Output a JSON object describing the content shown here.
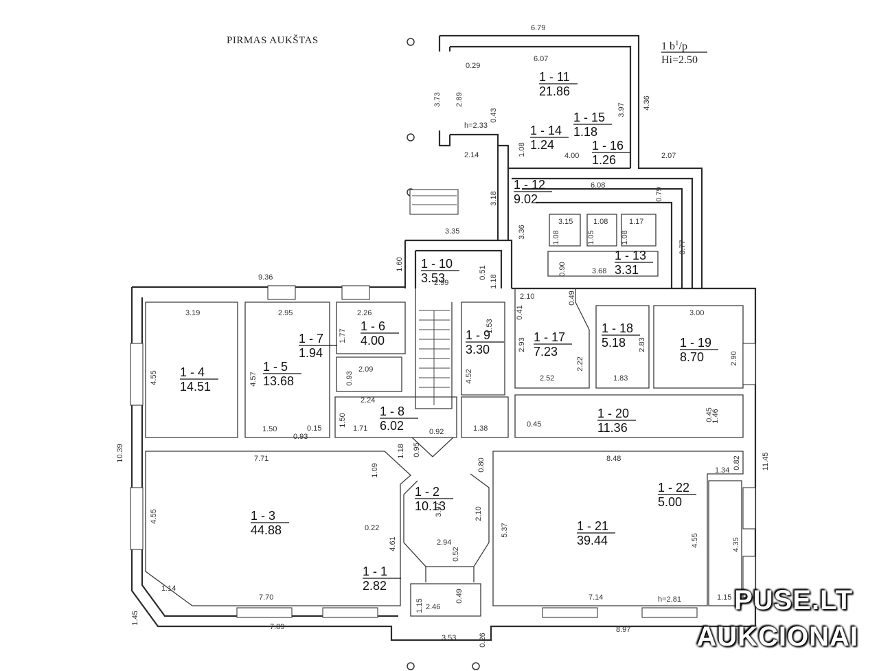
{
  "title": "PIRMAS AUKŠTAS",
  "corner_note": {
    "line1": "1 b",
    "line1_sup": "1",
    "line1_suffix": "/p",
    "line2": "Hi=2.50"
  },
  "rooms": [
    {
      "id": "1 - 1",
      "area": "2.82"
    },
    {
      "id": "1 - 2",
      "area": "10.13"
    },
    {
      "id": "1 - 3",
      "area": "44.88"
    },
    {
      "id": "1 - 4",
      "area": "14.51"
    },
    {
      "id": "1 - 5",
      "area": "13.68"
    },
    {
      "id": "1 - 6",
      "area": "4.00"
    },
    {
      "id": "1 - 7",
      "area": "1.94"
    },
    {
      "id": "1 - 8",
      "area": "6.02"
    },
    {
      "id": "1 - 9",
      "area": "3.30"
    },
    {
      "id": "1 - 10",
      "area": "3.53"
    },
    {
      "id": "1 - 11",
      "area": "21.86"
    },
    {
      "id": "1 - 12",
      "area": "9.02"
    },
    {
      "id": "1 - 13",
      "area": "3.31"
    },
    {
      "id": "1 - 14",
      "area": "1.24"
    },
    {
      "id": "1 - 15",
      "area": "1.18"
    },
    {
      "id": "1 - 16",
      "area": "1.26"
    },
    {
      "id": "1 - 17",
      "area": "7.23"
    },
    {
      "id": "1 - 18",
      "area": "5.18"
    },
    {
      "id": "1 - 19",
      "area": "8.70"
    },
    {
      "id": "1 - 20",
      "area": "11.36"
    },
    {
      "id": "1 - 21",
      "area": "39.44"
    },
    {
      "id": "1 - 22",
      "area": "5.00"
    }
  ],
  "dimensions": [
    "6.79",
    "6.07",
    "0.29",
    "3.73",
    "2.89",
    "0.43",
    "h=2.33",
    "2.14",
    "1.08",
    "4.00",
    "3.97",
    "4.36",
    "2.07",
    "6.08",
    "0.79",
    "3.18",
    "3.36",
    "3.15",
    "1.08",
    "1.05",
    "1.08",
    "1.08",
    "1.17",
    "3.77",
    "0.90",
    "3.68",
    "3.35",
    "1.60",
    "0.51",
    "1.18",
    "2.99",
    "9.36",
    "3.19",
    "2.95",
    "2.26",
    "1.77",
    "2.09",
    "0.93",
    "4.55",
    "4.57",
    "2.24",
    "1.50",
    "0.15",
    "0.93",
    "1.50",
    "1.71",
    "1.18",
    "0.95",
    "0.92",
    "1.53",
    "4.52",
    "1.38",
    "0.45",
    "2.10",
    "0.41",
    "0.49",
    "2.93",
    "2.22",
    "2.52",
    "2.83",
    "1.83",
    "3.00",
    "2.90",
    "0.45",
    "1.46",
    "10.39",
    "11.45",
    "7.71",
    "1.09",
    "0.80",
    "8.48",
    "1.34",
    "0.82",
    "3.97",
    "2.10",
    "5.37",
    "0.22",
    "4.61",
    "2.94",
    "0.52",
    "4.55",
    "4.55",
    "4.35",
    "0.49",
    "1.15",
    "2.46",
    "1.14",
    "7.70",
    "7.14",
    "h=2.81",
    "1.15",
    "1.45",
    "7.89",
    "3.53",
    "0.26",
    "8.97"
  ],
  "watermark": {
    "line1": "PUSE.LT",
    "line2": "AUKCIONAI"
  },
  "colors": {
    "wall": "#2b2b2b",
    "background": "#ffffff",
    "text": "#111111"
  }
}
